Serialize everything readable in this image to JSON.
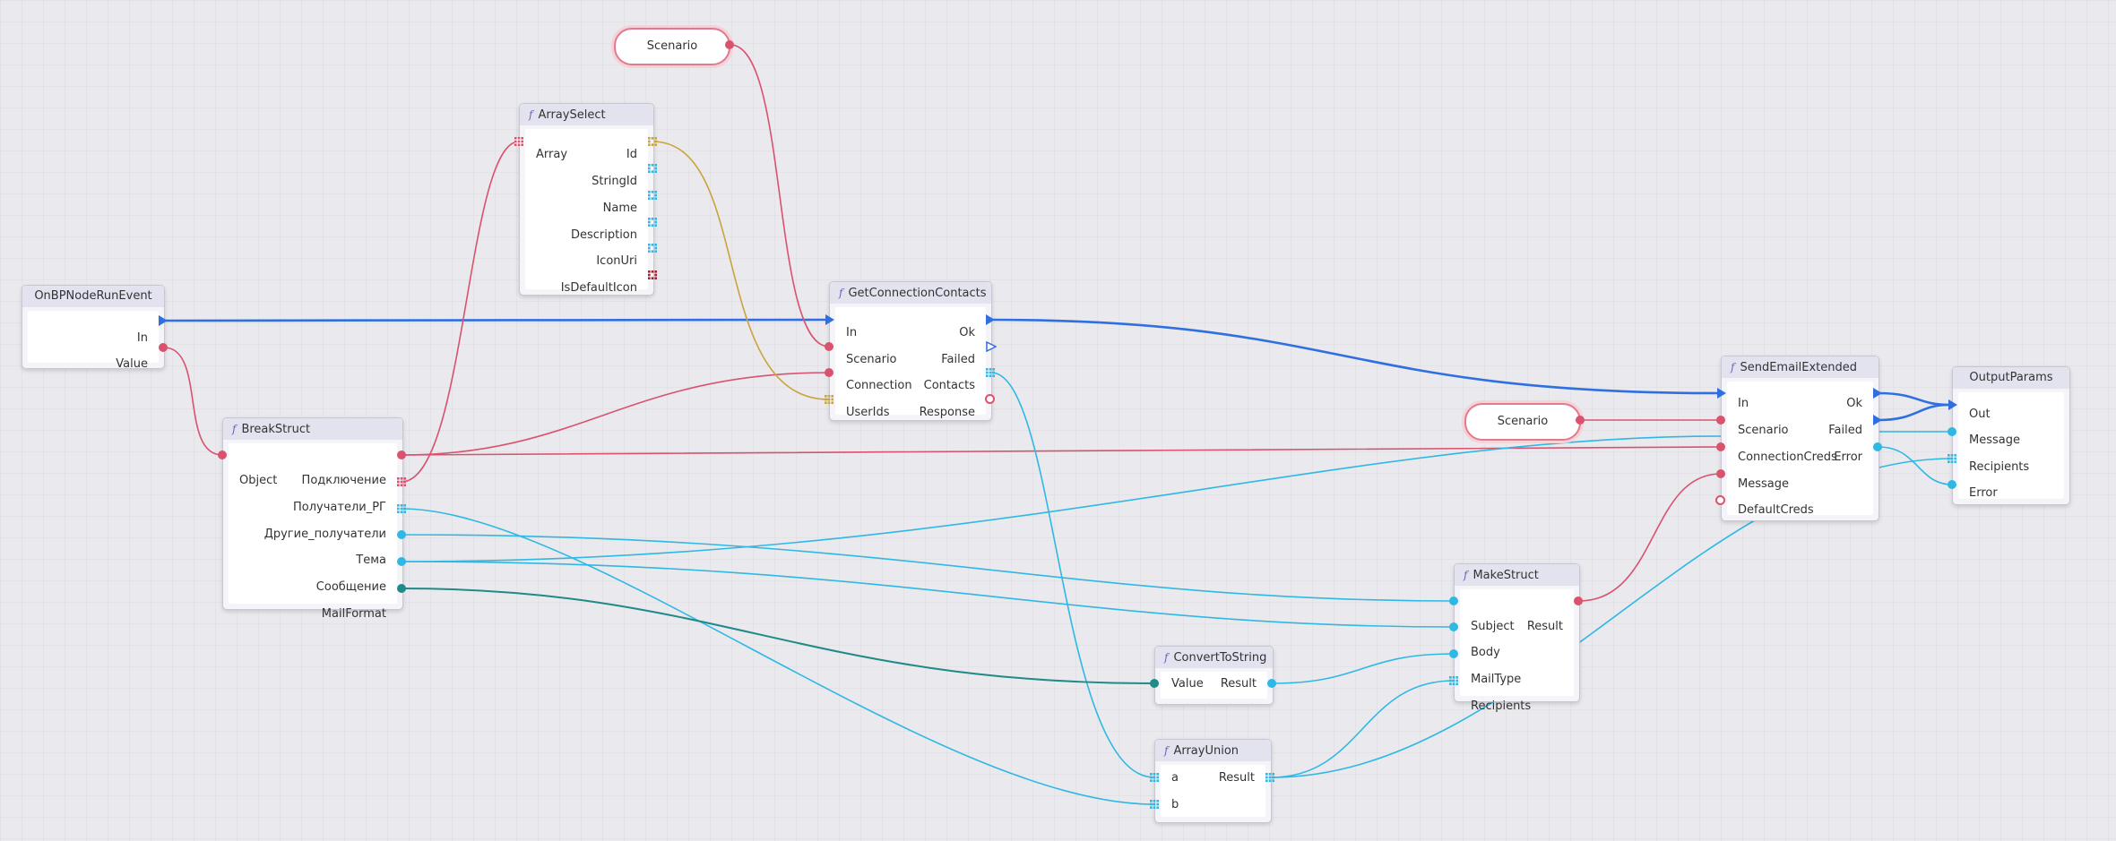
{
  "colors": {
    "exec": "#2f6fe0",
    "object": "#d9536e",
    "string": "#2fb8e3",
    "int": "#c9a43c",
    "enum": "#1f8a87",
    "bool": "#a8202a"
  },
  "scenario_label": "Scenario",
  "nodes": {
    "onbp": {
      "title": "OnBPNodeRunEvent",
      "out_in": "In",
      "out_value": "Value"
    },
    "arrayselect": {
      "title": "ArraySelect",
      "in_array": "Array",
      "out_id": "Id",
      "out_stringid": "StringId",
      "out_name": "Name",
      "out_description": "Description",
      "out_iconuri": "IconUri",
      "out_isdefaulticon": "IsDefaultIcon"
    },
    "getconn": {
      "title": "GetConnectionContacts",
      "in_in": "In",
      "in_scenario": "Scenario",
      "in_connection": "Connection",
      "in_userids": "UserIds",
      "out_ok": "Ok",
      "out_failed": "Failed",
      "out_contacts": "Contacts",
      "out_response": "Response"
    },
    "breakstruct": {
      "title": "BreakStruct",
      "in_object": "Object",
      "out_1": "Подключение",
      "out_2": "Получатели_РГ",
      "out_3": "Другие_получатели",
      "out_4": "Тема",
      "out_5": "Сообщение",
      "out_6": "MailFormat"
    },
    "sendemail": {
      "title": "SendEmailExtended",
      "in_in": "In",
      "in_scenario": "Scenario",
      "in_conncreds": "ConnectionCreds",
      "in_message": "Message",
      "in_defaultcreds": "DefaultCreds",
      "out_ok": "Ok",
      "out_failed": "Failed",
      "out_error": "Error"
    },
    "outputparams": {
      "title": "OutputParams",
      "in_out": "Out",
      "in_message": "Message",
      "in_recipients": "Recipients",
      "in_error": "Error"
    },
    "makestruct": {
      "title": "MakeStruct",
      "in_subject": "Subject",
      "in_body": "Body",
      "in_mailtype": "MailType",
      "in_recipients": "Recipients",
      "out_result": "Result"
    },
    "converttostring": {
      "title": "ConvertToString",
      "in_value": "Value",
      "out_result": "Result"
    },
    "arrayunion": {
      "title": "ArrayUnion",
      "in_a": "a",
      "in_b": "b",
      "out_result": "Result"
    }
  }
}
